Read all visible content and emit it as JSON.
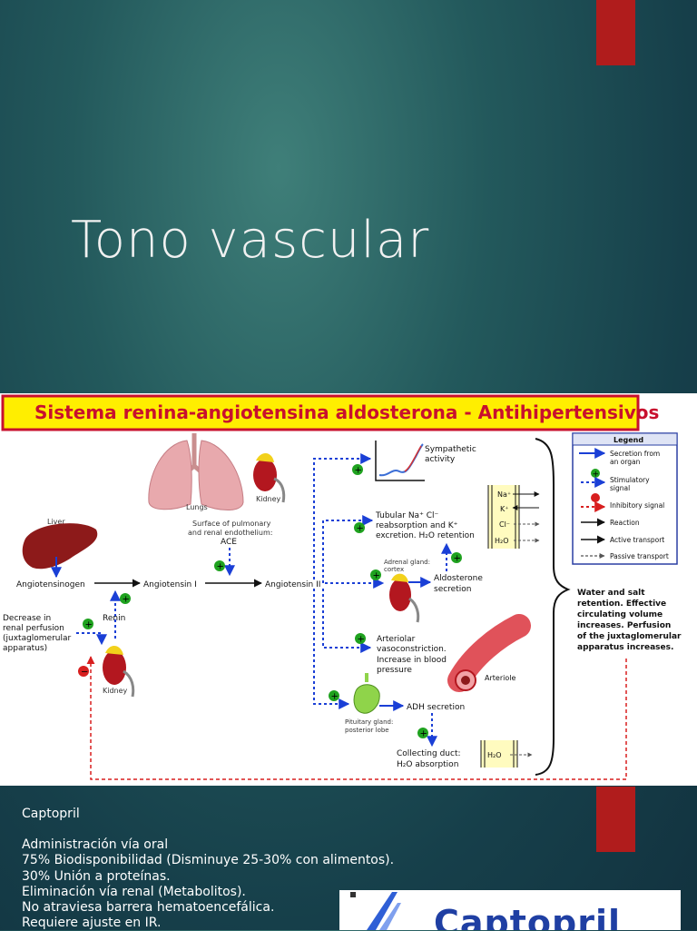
{
  "slide": {
    "title": "Tono vascular"
  },
  "diagram": {
    "banner": "Sistema renina-angiotensina aldosterona   - Antihipertensivos",
    "labels": {
      "liver": "Liver",
      "lungs": "Lungs",
      "kidney_top": "Kidney",
      "surface1": "Surface of pulmonary",
      "surface2": "and renal endothelium:",
      "ace": "ACE",
      "angiotensinogen": "Angiotensinogen",
      "angiotensin1": "Angiotensin I",
      "angiotensin2": "Angiotensin II",
      "decrease1": "Decrease in",
      "decrease2": "renal perfusion",
      "decrease3": "(juxtaglomerular",
      "decrease4": "apparatus)",
      "renin": "Renin",
      "kidney_bottom": "Kidney",
      "sympathetic1": "Sympathetic",
      "sympathetic2": "activity",
      "tubular1": "Tubular Na⁺ Cl⁻",
      "tubular2": "reabsorption and K⁺",
      "tubular3": "excretion. H₂O retention",
      "adrenal1": "Adrenal gland:",
      "adrenal2": "cortex",
      "aldosterone1": "Aldosterone",
      "aldosterone2": "secretion",
      "arteriolar1": "Arteriolar",
      "arteriolar2": "vasoconstriction.",
      "arteriolar3": "Increase in blood",
      "arteriolar4": "pressure",
      "arteriole": "Arteriole",
      "pituitary1": "Pituitary gland:",
      "pituitary2": "posterior lobe",
      "adh": "ADH secretion",
      "collecting1": "Collecting duct:",
      "collecting2": "H₂O absorption",
      "ion_na": "Na⁺",
      "ion_k": "K⁺",
      "ion_cl": "Cl⁻",
      "ion_h2o": "H₂O",
      "h2o_duct": "H₂O",
      "water1": "Water and salt",
      "water2": "retention. Effective",
      "water3": "circulating volume",
      "water4": "increases. Perfusion",
      "water5": "of the juxtaglomerular",
      "water6": "apparatus increases."
    },
    "legend": {
      "title": "Legend",
      "secretion1": "Secretion from",
      "secretion2": "an organ",
      "stimulatory1": "Stimulatory",
      "stimulatory2": "signal",
      "inhibitory": "Inhibitory signal",
      "reaction": "Reaction",
      "active": "Active transport",
      "passive": "Passive transport"
    },
    "colors": {
      "secretion": "#1a3fd6",
      "stimulatory": "#1fa21f",
      "inhibitory": "#d81f1f",
      "banner_bg": "#ffee00",
      "banner_text": "#c8102e"
    }
  },
  "notes": {
    "heading": "Captopril",
    "lines": [
      "Administración vía oral",
      "75% Biodisponibilidad (Disminuye 25-30% con  alimentos).",
      "30% Unión a proteínas.",
      "Eliminación vía renal (Metabolitos).",
      "No atraviesa barrera hematoencefálica.",
      "Requiere ajuste en IR."
    ]
  },
  "logo": {
    "text": "Captopril"
  }
}
